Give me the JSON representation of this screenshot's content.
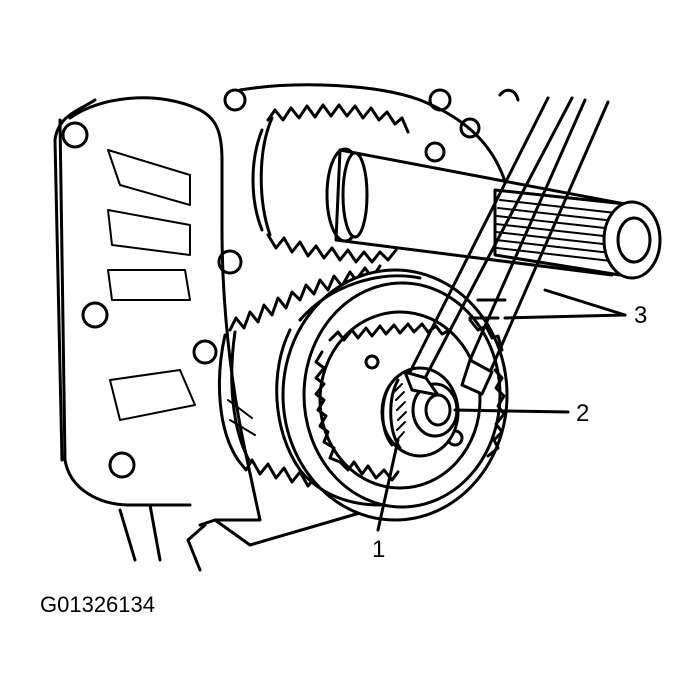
{
  "figure_id": "G01326134",
  "callouts": [
    {
      "key": "c1",
      "label": "1"
    },
    {
      "key": "c2",
      "label": "2"
    },
    {
      "key": "c3",
      "label": "3"
    }
  ]
}
